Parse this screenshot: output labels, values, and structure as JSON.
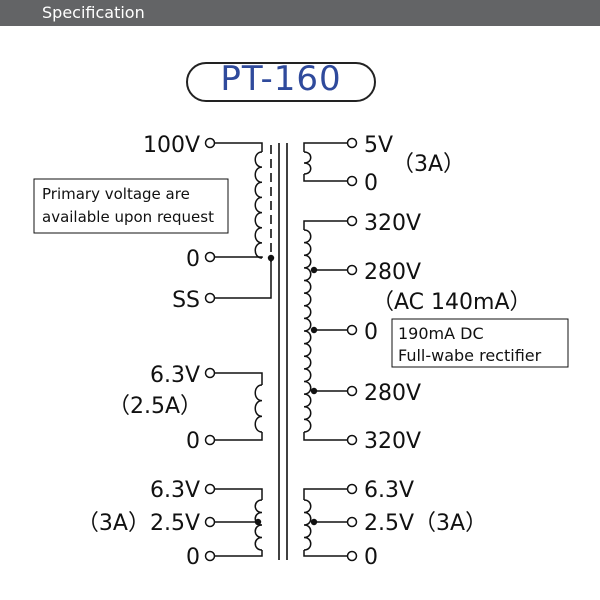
{
  "header": {
    "title": "Specification"
  },
  "model": "PT-160",
  "primary": {
    "top_label": "100V",
    "bottom_label": "0",
    "shield_label": "SS",
    "note_lines": [
      "Primary voltage are",
      "available upon request"
    ]
  },
  "heater_left_1": {
    "top_label": "6.3V",
    "current": "（2.5A）",
    "bottom_label": "0"
  },
  "heater_left_2": {
    "top_label": "6.3V",
    "mid_label": "（3A）2.5V",
    "bottom_label": "0"
  },
  "secondary_5v": {
    "top_label": "5V",
    "current": "（3A）",
    "bottom_label": "0"
  },
  "high_voltage": {
    "labels": [
      "320V",
      "280V",
      "0",
      "280V",
      "320V"
    ],
    "ac_current": "（AC 140mA）",
    "note_lines": [
      "190mA DC",
      "Full-wabe rectifier"
    ]
  },
  "heater_right": {
    "top_label": "6.3V",
    "mid_label": "2.5V（3A）",
    "bottom_label": "0"
  },
  "colors": {
    "header_bg": "#636466",
    "title_text": "#2f4a9c",
    "line": "#111111"
  }
}
